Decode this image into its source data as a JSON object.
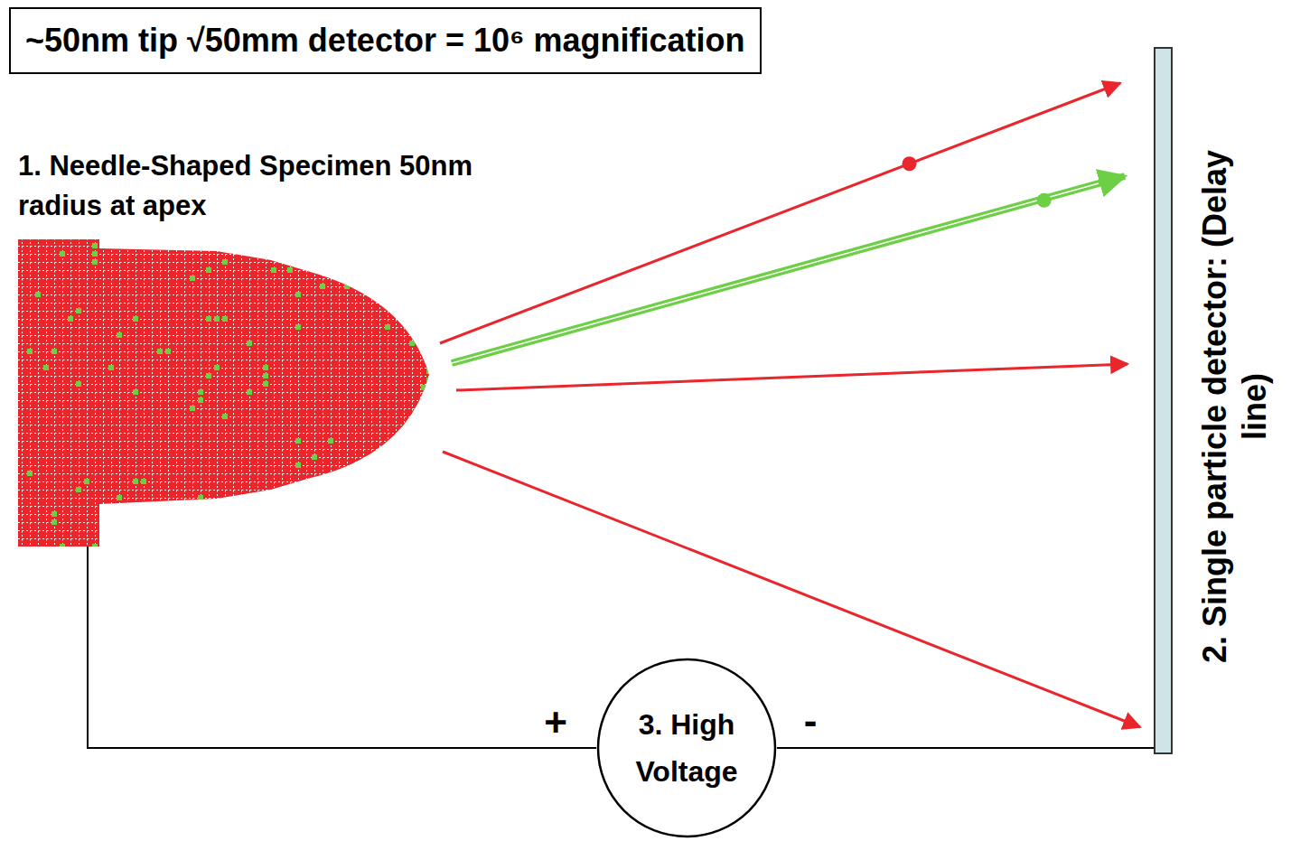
{
  "diagram": {
    "title": "~50nm tip √50mm detector = 10⁶ magnification",
    "nodes": [
      {
        "text": [
          "1. Needle-Shaped Specimen 50nm radius at apex"
        ]
      },
      {
        "text": [
          "2. Single particle detector: (Delay line)"
        ]
      },
      {
        "text": [
          "3. High Voltage"
        ]
      }
    ],
    "edges": [
      {
        "from": 0,
        "to": 1,
        "arrow": "to"
      },
      {
        "from": 0,
        "to": 1,
        "arrow": "to"
      },
      {
        "from": 0,
        "to": 1,
        "arrow": "to"
      },
      {
        "from": 0,
        "to": 1,
        "arrow": "to"
      },
      {
        "from": 0,
        "to": 2,
        "arrow": "none"
      },
      {
        "from": 2,
        "to": 1,
        "arrow": "none"
      }
    ],
    "labels": [
      "+",
      "-"
    ]
  }
}
